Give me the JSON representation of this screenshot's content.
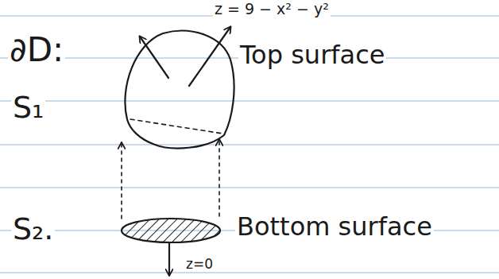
{
  "diagram": {
    "labels": [
      "∂D:",
      "z = 9 − x² − y²",
      "Top surface",
      "S₁",
      "S₂.",
      "Bottom surface",
      "z=0"
    ]
  }
}
